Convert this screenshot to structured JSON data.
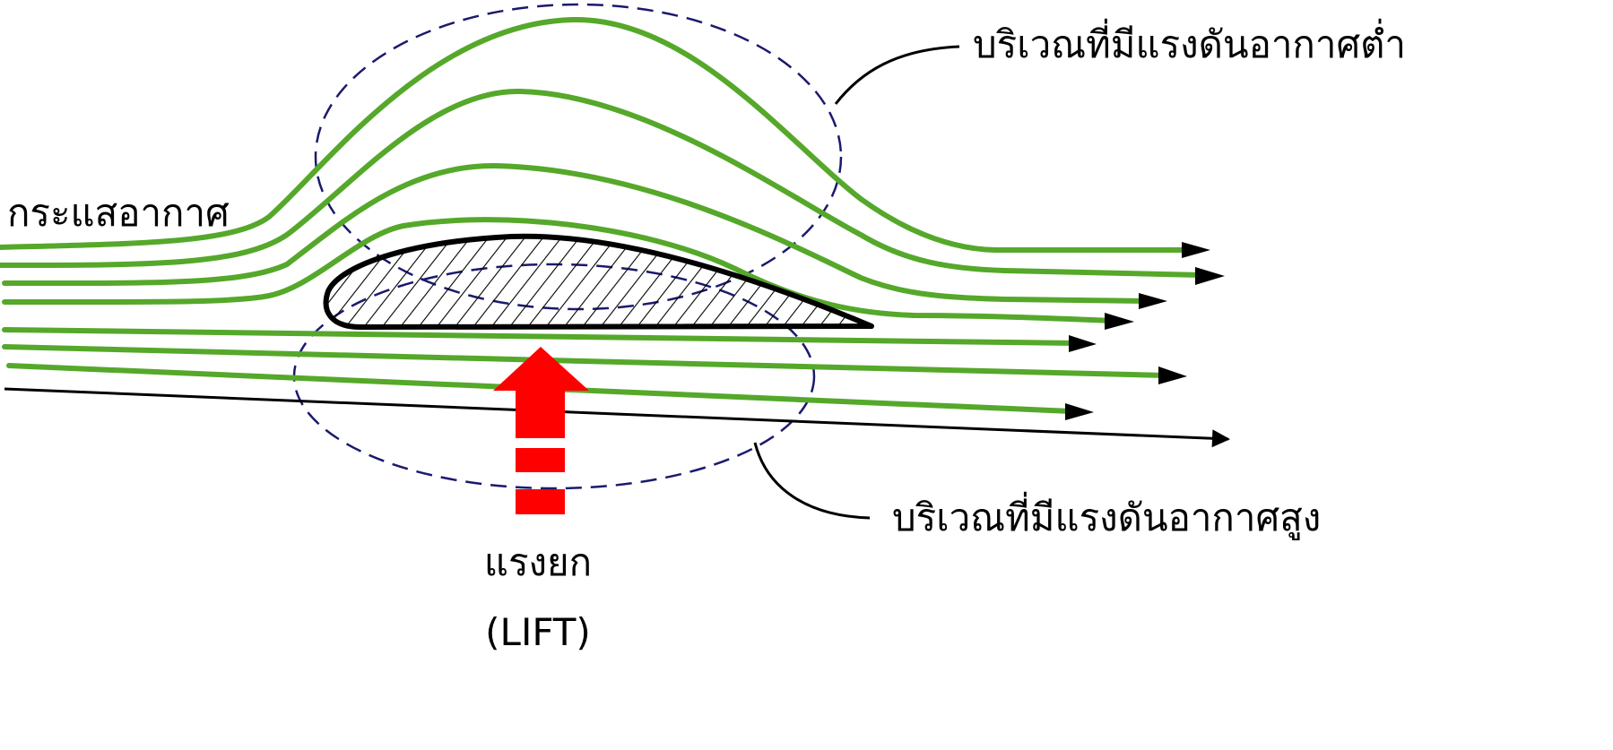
{
  "labels": {
    "airflow": "กระแสอากาศ",
    "low_pressure": "บริเวณที่มีแรงดันอากาศต่ำ",
    "high_pressure": "บริเวณที่มีแรงดันอากาศสูง",
    "lift_thai": "แรงยก",
    "lift_english": "(LIFT)"
  },
  "colors": {
    "streamline": "#55a82a",
    "zone_outline": "#1a1a6e",
    "lift_arrow": "#ff0000",
    "airfoil_outline": "#000000",
    "leader_line": "#000000"
  }
}
